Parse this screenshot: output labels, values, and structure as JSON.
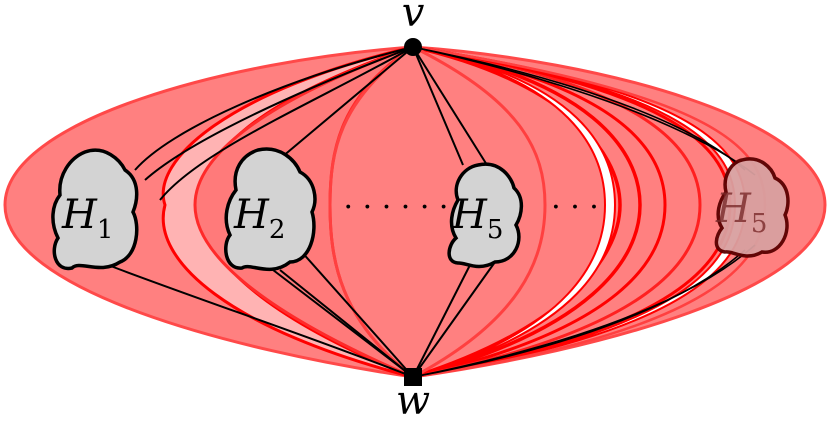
{
  "vertices": {
    "top": {
      "label": "v"
    },
    "bottom": {
      "label": "w"
    }
  },
  "components": [
    {
      "name": "H",
      "sub": "1"
    },
    {
      "name": "H",
      "sub": "2"
    },
    {
      "name": "H",
      "sub": "5"
    },
    {
      "name": "H",
      "sub": "5"
    }
  ],
  "ellipsis_left": "· · · · · ·",
  "ellipsis_right": "· · ·",
  "colors": {
    "region_fill": "#ff7a7a",
    "region_stroke": "#ff4040",
    "edge_red": "#ff0000",
    "edge_black": "#000000",
    "blob_fill": "#d3d3d3",
    "blob_faded_fill": "#d9a0a0",
    "blob_faded_stroke": "#5a0000"
  }
}
